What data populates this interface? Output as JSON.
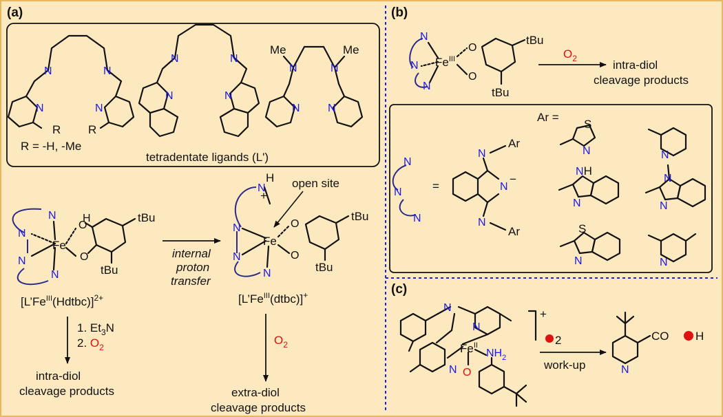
{
  "panels": {
    "a": {
      "label": "(a)",
      "ligand_box": {
        "r_caption": "R = -H, -Me",
        "caption": "tetradentate ligands (L')",
        "atoms": {
          "N": "N",
          "R": "R",
          "Me": "Me"
        }
      },
      "left_complex": {
        "formula_prefix": "[L’Fe",
        "formula_sup": "III",
        "formula_suffix": "(Hdtbc)]",
        "formula_charge": "2+",
        "oh": "O",
        "h": "H",
        "tbu": "tBu"
      },
      "transfer_arrow": {
        "line1": "internal",
        "line2": "proton",
        "line3": "transfer"
      },
      "right_complex": {
        "formula_prefix": "[L’Fe",
        "formula_sup": "III",
        "formula_suffix": "(dtbc)]",
        "formula_charge": "+",
        "open_site": "open site",
        "nh_h": "H",
        "plus": "+"
      },
      "left_steps": {
        "step1": "1. Et",
        "step1_sub": "3",
        "step1_tail": "N",
        "step2_num": "2.",
        "step2": "O",
        "step2_sub": "2"
      },
      "left_product": {
        "line1": "intra-diol",
        "line2": "cleavage products"
      },
      "right_reagent": {
        "text": "O",
        "sub": "2"
      },
      "right_product": {
        "line1": "extra-diol",
        "line2": "cleavage products"
      },
      "metal": {
        "Fe": "Fe"
      }
    },
    "b": {
      "label": "(b)",
      "metal_sup": "III",
      "reagent": "O",
      "reagent_sub": "2",
      "product_line1": "intra-diol",
      "product_line2": "cleavage products",
      "ar_title": "Ar =",
      "equals": "=",
      "ar": "Ar",
      "heteroatoms": {
        "S": "S",
        "NH": "H",
        "O": "O",
        "minus": "−"
      }
    },
    "c": {
      "label": "(c)",
      "charge": "+",
      "metal_sup": "II",
      "nh2": "NH",
      "nh2_sub": "2",
      "reagent_sub": "2",
      "workup": "work-up",
      "product_cooh_c": "CO",
      "product_cooh_h": "H"
    }
  },
  "colors": {
    "background": "#fde9bf",
    "nitrogen": "#1a1aee",
    "oxygen_highlight": "#e01010",
    "divider": "#2222cc"
  }
}
